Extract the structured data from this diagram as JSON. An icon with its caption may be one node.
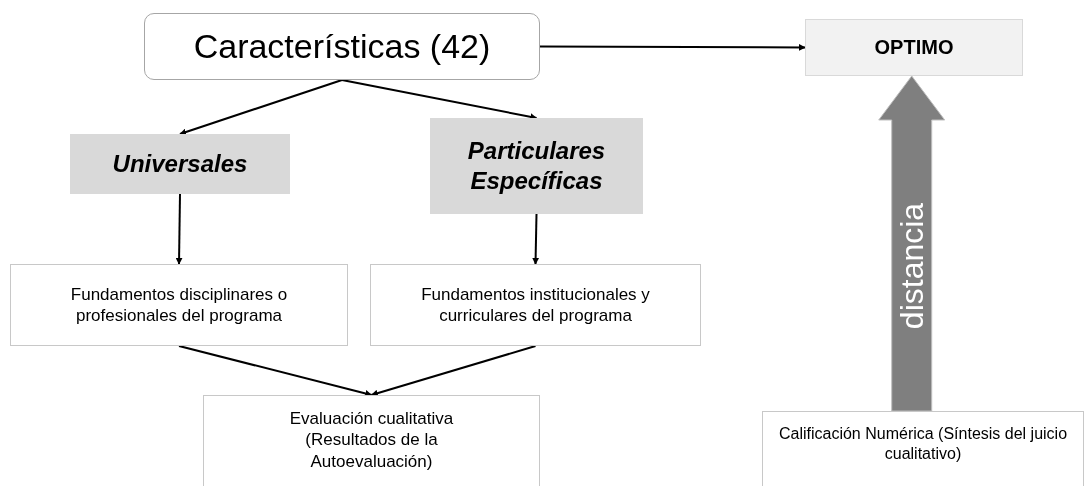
{
  "diagram": {
    "nodes": [
      {
        "text": [
          "Características (42)"
        ]
      },
      {
        "text": [
          "OPTIMO"
        ]
      },
      {
        "text": [
          "Universales"
        ]
      },
      {
        "text": [
          "Particulares Específicas"
        ]
      },
      {
        "text": [
          "Fundamentos disciplinares o profesionales del programa"
        ]
      },
      {
        "text": [
          "Fundamentos institucionales y curriculares del programa"
        ]
      },
      {
        "text": [
          "Evaluación cualitativa (Resultados de la Autoevaluación)"
        ]
      },
      {
        "text": [
          "Calificación Numérica (Síntesis del juicio cualitativo)"
        ]
      }
    ],
    "edges": [
      {
        "from": 0,
        "to": 1,
        "arrow": "to"
      },
      {
        "from": 0,
        "to": 2,
        "arrow": "to"
      },
      {
        "from": 0,
        "to": 3,
        "arrow": "to"
      },
      {
        "from": 2,
        "to": 4,
        "arrow": "to"
      },
      {
        "from": 3,
        "to": 5,
        "arrow": "to"
      },
      {
        "from": 4,
        "to": 6,
        "arrow": "to"
      },
      {
        "from": 5,
        "to": 6,
        "arrow": "to"
      },
      {
        "from": 7,
        "to": 1,
        "arrow": "to",
        "label": "distancia",
        "style": "thick",
        "color": "#7f7f7f"
      }
    ]
  }
}
